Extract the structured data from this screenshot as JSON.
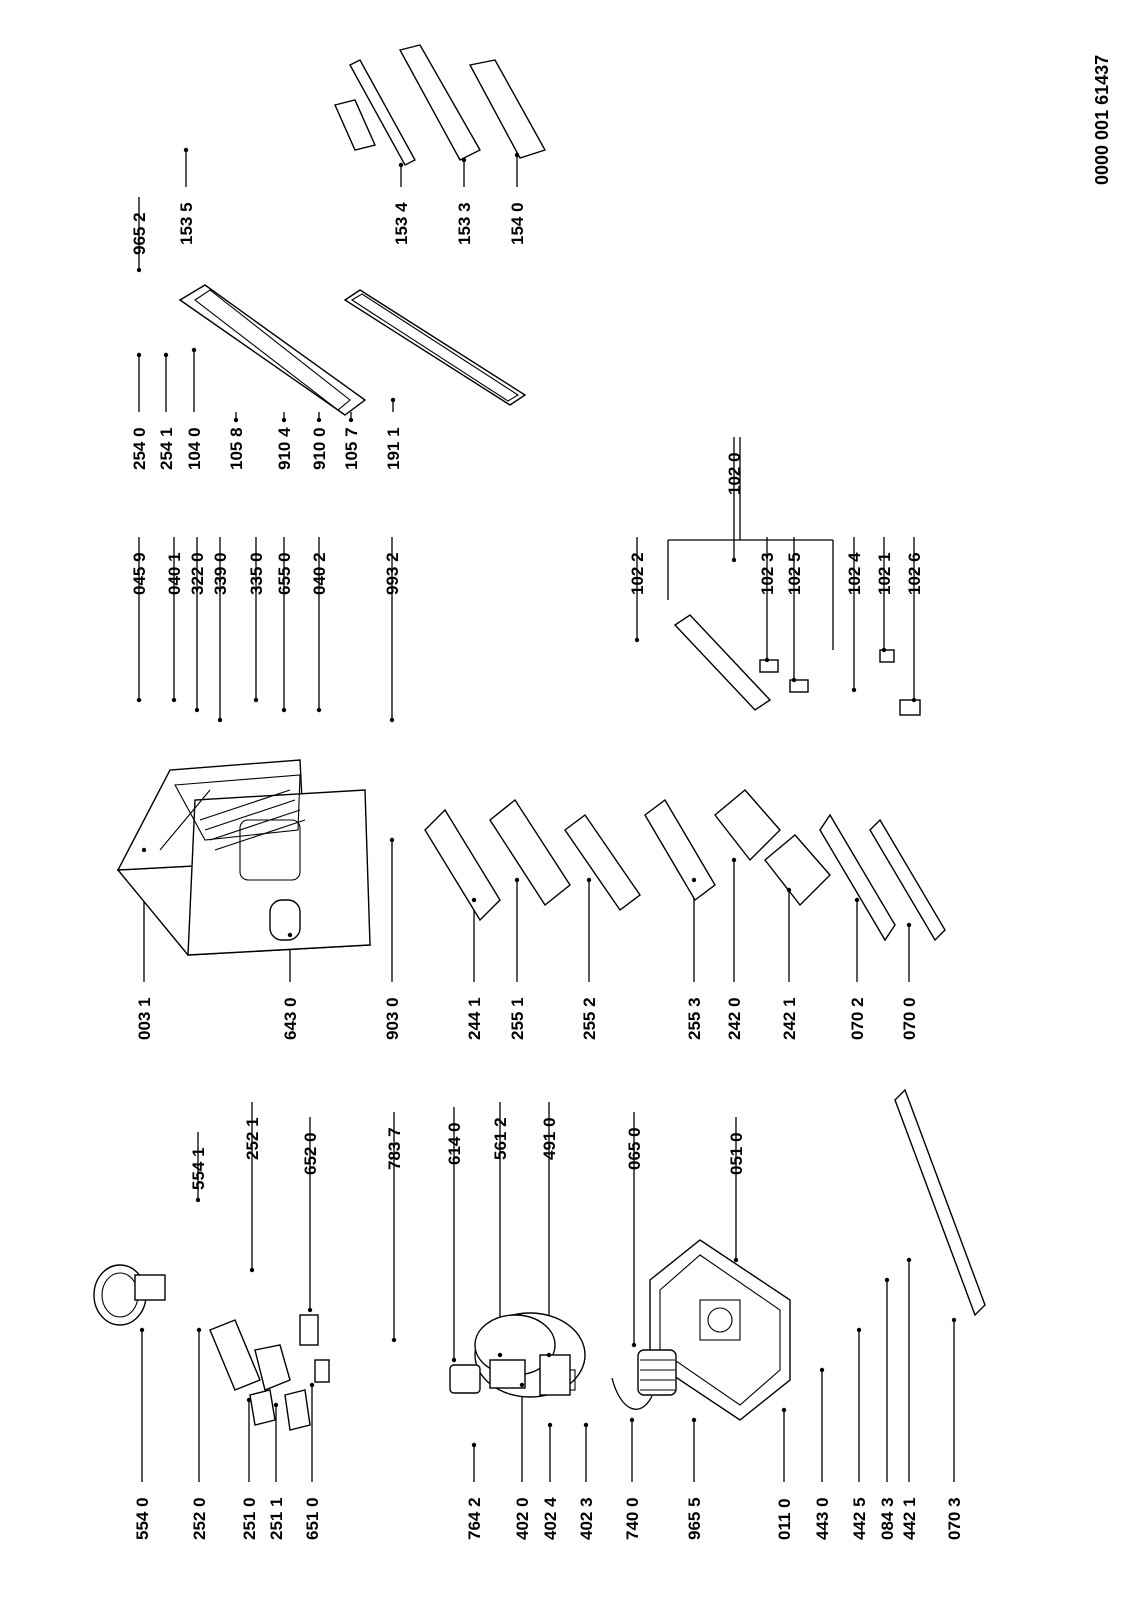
{
  "document_number": "0000 001 61437",
  "part_numbers": [
    "554 0",
    "554 1",
    "252 1",
    "252 0",
    "251 0",
    "251 1",
    "651 0",
    "652 0",
    "783 7",
    "614 0",
    "561 2",
    "491 0",
    "764 2",
    "402 0",
    "402 4",
    "402 3",
    "740 0",
    "965 5",
    "065 0",
    "011 0",
    "443 0",
    "442 5",
    "084 3",
    "442 1",
    "070 3",
    "051 0",
    "003 1",
    "643 0",
    "903 0",
    "244 1",
    "255 1",
    "255 2",
    "255 3",
    "242 0",
    "242 1",
    "070 2",
    "070 0",
    "045 9",
    "040 1",
    "322 0",
    "339 0",
    "335 0",
    "655 0",
    "040 2",
    "993 2",
    "102 2",
    "102 3",
    "102 5",
    "102 0",
    "102 4",
    "102 1",
    "102 6",
    "254 0",
    "254 1",
    "104 0",
    "105 8",
    "910 4",
    "910 0",
    "105 7",
    "191 1",
    "965 2",
    "153 5",
    "153 4",
    "153 3",
    "154 0"
  ]
}
